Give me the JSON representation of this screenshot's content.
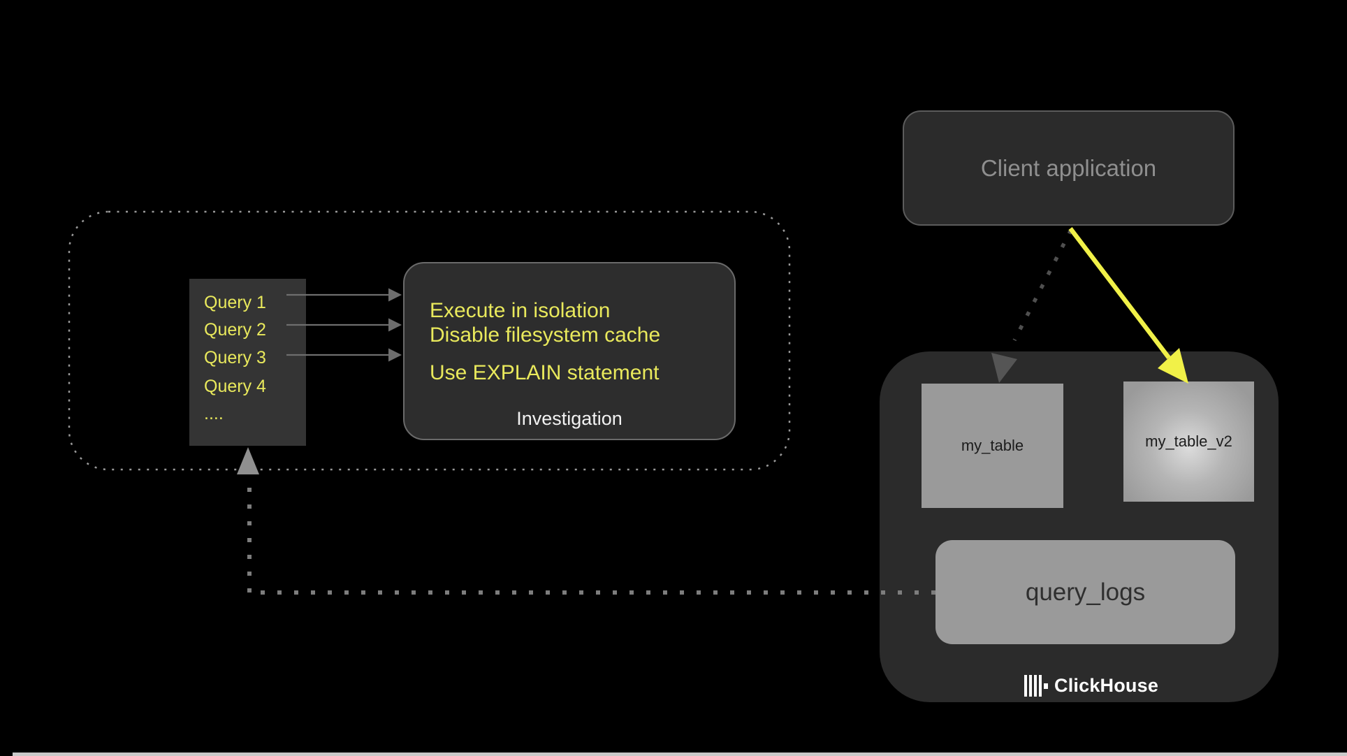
{
  "colors": {
    "background": "#000000",
    "panel_dark": "#2b2b2b",
    "panel_query": "#343434",
    "panel_border": "#5c5c5c",
    "inv_border": "#6a6a6a",
    "dotted_outline": "#999999",
    "yellow_text": "#e9e95c",
    "yellow_arrow": "#f1f148",
    "gray_text": "#8f8f8f",
    "white_text": "#f2f2f2",
    "table_fill": "#9a9a9a",
    "table_fill_bright": "#dcdcdc",
    "table_text": "#1c1c1c",
    "query_logs_text": "#2f2f2f",
    "arrow_gray": "#6e6e6e",
    "dotted_gray": "#7d7d7d",
    "dotted_dark": "#4f4f4f",
    "arrowhead_gray": "#8f8f8f",
    "arrowhead_dark": "#555555",
    "bottom_bar": "#c9c9c9",
    "brand_white": "#ffffff"
  },
  "queries": {
    "items": [
      "Query 1",
      "Query 2",
      "Query 3",
      "Query 4",
      "...."
    ]
  },
  "investigation": {
    "lines": [
      "Execute in isolation",
      "Disable filesystem cache",
      "Use EXPLAIN statement"
    ],
    "label": "Investigation"
  },
  "client": {
    "label": "Client application"
  },
  "clickhouse": {
    "tables": [
      {
        "label": "my_table"
      },
      {
        "label": "my_table_v2"
      }
    ],
    "query_logs_label": "query_logs",
    "brand": "ClickHouse"
  }
}
